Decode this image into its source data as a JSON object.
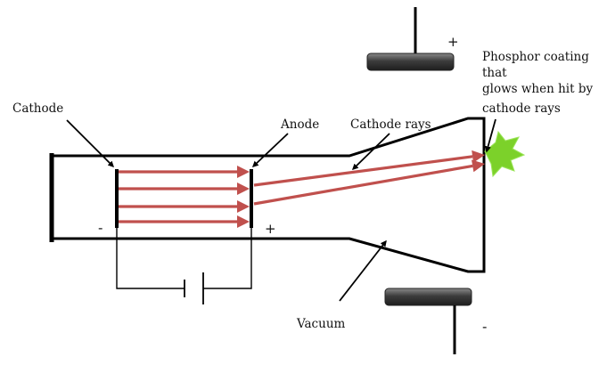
{
  "labels": {
    "cathode": "Cathode",
    "anode": "Anode",
    "cathode_rays": "Cathode rays",
    "phosphor_line1": "Phosphor coating",
    "phosphor_line2": "that",
    "phosphor_line3": "glows when hit by",
    "phosphor_line4": "cathode rays",
    "vacuum": "Vacuum"
  },
  "signs": {
    "cathode_minus": "-",
    "anode_plus": "+",
    "top_plate_plus": "+",
    "bottom_plate_minus": "-"
  },
  "colors": {
    "ray": "#c0504d",
    "plate": "#4a4a4a",
    "glow": "#7cd12a",
    "outline": "#000000"
  }
}
